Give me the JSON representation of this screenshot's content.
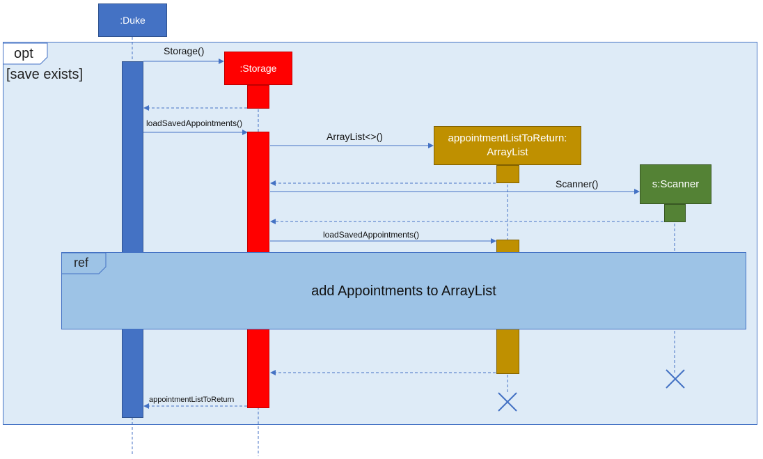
{
  "frame": {
    "operator": "opt",
    "guard": "[save exists]"
  },
  "lifelines": {
    "duke": ":Duke",
    "storage": ":Storage",
    "arraylist_line1": "appointmentListToReturn:",
    "arraylist_line2": "ArrayList",
    "scanner": "s:Scanner"
  },
  "messages": {
    "storage_ctor": "Storage()",
    "load_call": "loadSavedAppointments()",
    "arraylist_ctor": "ArrayList<>()",
    "scanner_ctor": "Scanner()",
    "load_call_inner": "loadSavedAppointments()",
    "return_list": "appointmentListToReturn"
  },
  "ref": {
    "operator": "ref",
    "text": "add Appointments to ArrayList"
  },
  "colors": {
    "duke": "#4472c4",
    "storage": "#ff0000",
    "arraylist": "#bf9000",
    "scanner": "#548235",
    "frame_fill": "#deebf7",
    "ref_fill": "#9dc3e6",
    "arrow": "#4472c4"
  }
}
